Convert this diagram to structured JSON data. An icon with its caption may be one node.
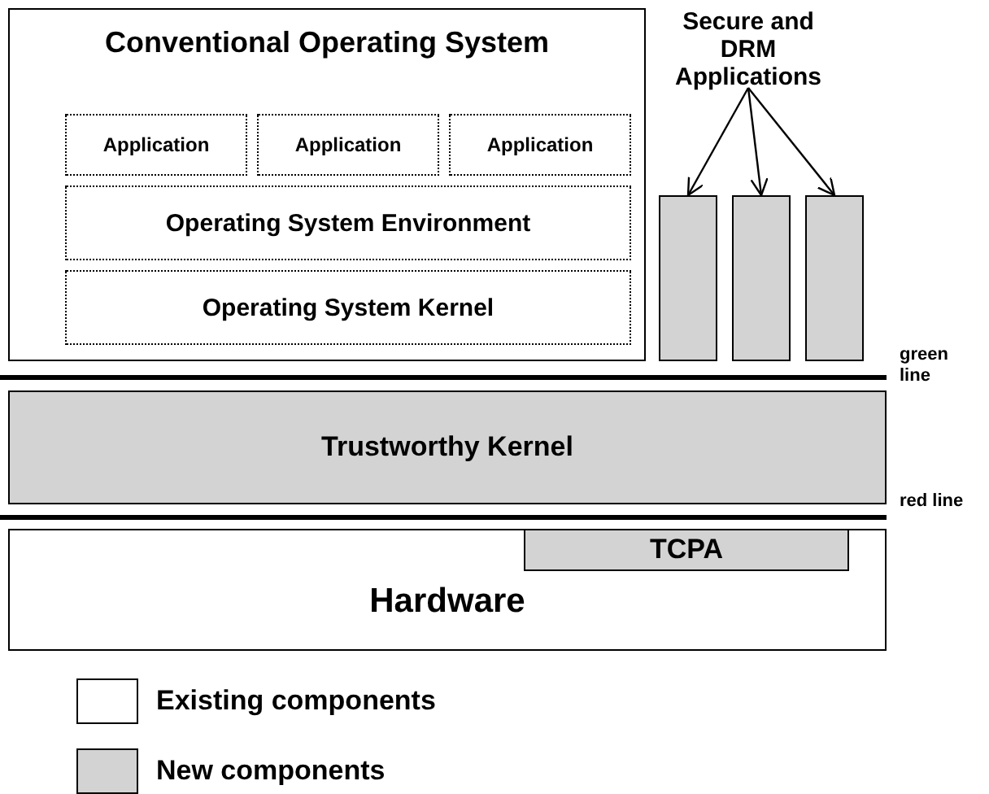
{
  "diagram": {
    "nodes": [
      {
        "text": [
          "Conventional Operating System"
        ]
      },
      {
        "text": [
          "Application"
        ],
        "in": 0
      },
      {
        "text": [
          "Application"
        ],
        "in": 0
      },
      {
        "text": [
          "Application"
        ],
        "in": 0
      },
      {
        "text": [
          "Operating System Environment"
        ],
        "in": 0
      },
      {
        "text": [
          "Operating System Kernel"
        ],
        "in": 0
      },
      {
        "text": [
          "Secure and DRM Applications"
        ]
      },
      {
        "text": [],
        "shape": "box"
      },
      {
        "text": [],
        "shape": "box"
      },
      {
        "text": [],
        "shape": "box"
      },
      {
        "text": [
          "Trustworthy Kernel"
        ]
      },
      {
        "text": [
          "Hardware"
        ]
      },
      {
        "text": [
          "TCPA"
        ],
        "in": 11
      }
    ],
    "edges": [
      {
        "from": 6,
        "to": 7,
        "arrow": "to"
      },
      {
        "from": 6,
        "to": 8,
        "arrow": "to"
      },
      {
        "from": 6,
        "to": 9,
        "arrow": "to"
      }
    ],
    "labels": [
      "green line",
      "red line"
    ],
    "legend": [
      {
        "text": "Existing components",
        "color": "#ffffff"
      },
      {
        "text": "New components",
        "color": "#d3d3d3"
      }
    ]
  }
}
